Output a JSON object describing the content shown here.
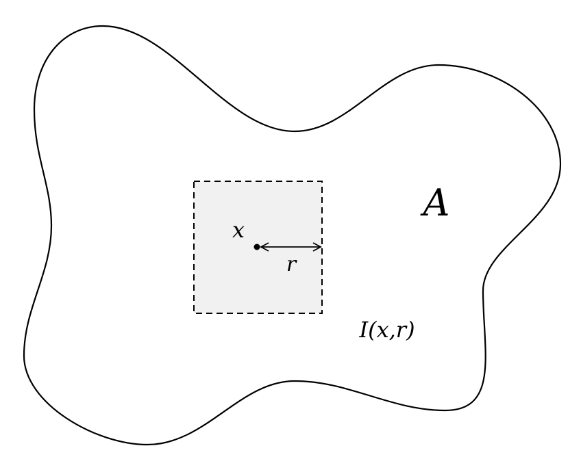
{
  "diagram": {
    "labels": {
      "region": "A",
      "center": "x",
      "radius": "r",
      "cube": "I(x,r)"
    },
    "colors": {
      "stroke": "#000000",
      "square_fill": "#f1f1f1",
      "background": "#ffffff"
    }
  }
}
